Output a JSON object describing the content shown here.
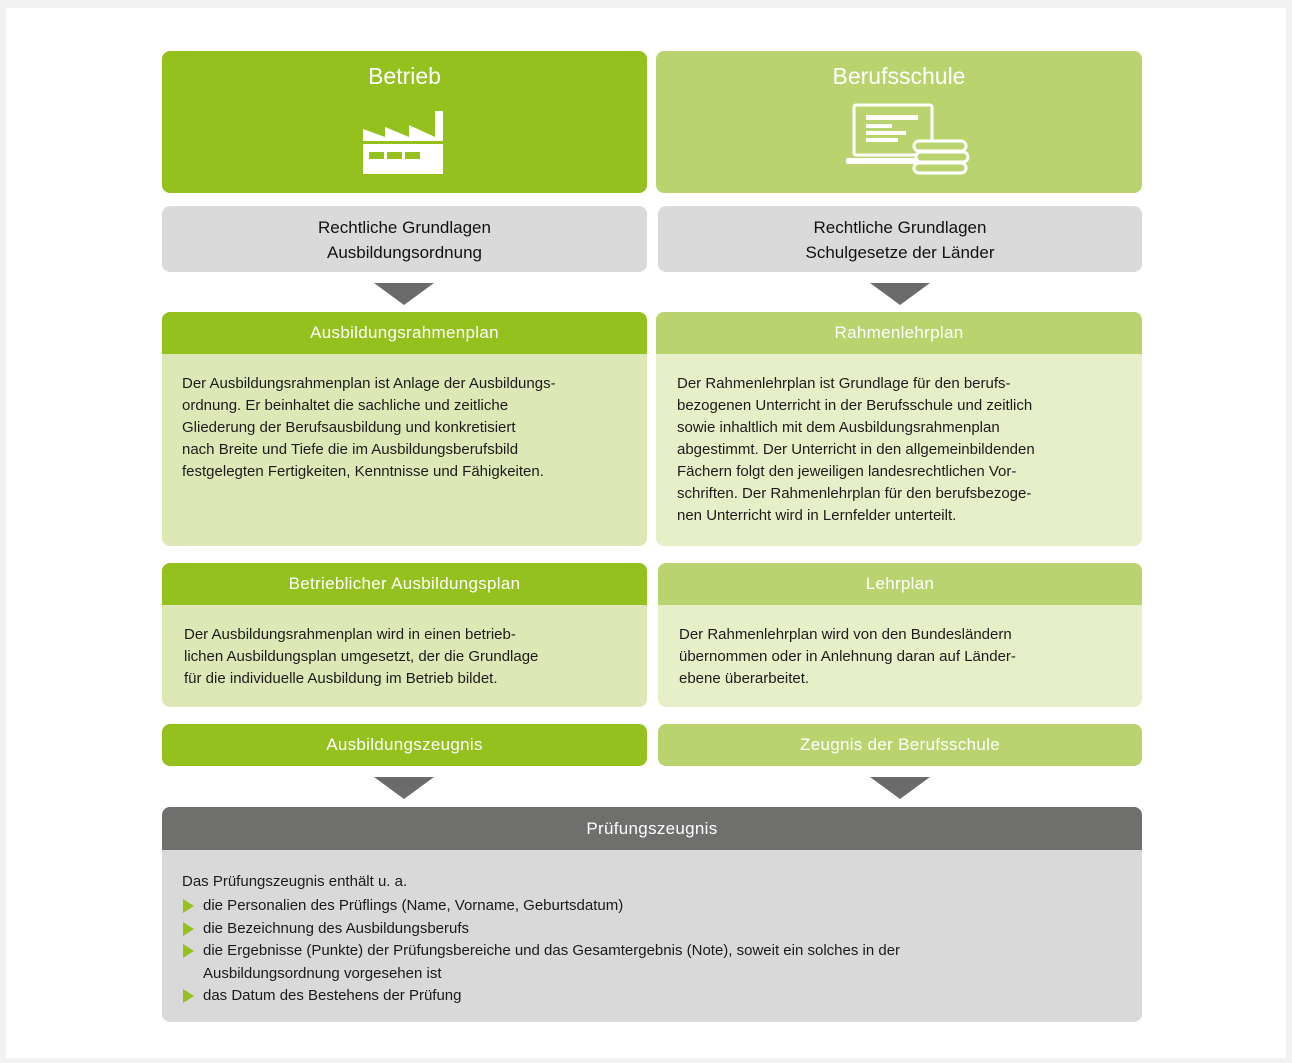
{
  "columns": {
    "left": {
      "header": "Betrieb",
      "icon": "factory-icon",
      "legal": {
        "line1": "Rechtliche Grundlagen",
        "line2": "Ausbildungsordnung"
      },
      "plan": {
        "title": "Ausbildungsrahmenplan",
        "text": "Der Ausbildungsrahmenplan ist Anlage der Ausbildungs-\nordnung. Er beinhaltet die sachliche und zeitliche\nGliederung der Berufsausbildung und konkretisiert\nnach Breite und Tiefe die im Ausbildungsberufsbild\nfestgelegten Fertigkeiten, Kenntnisse und Fähigkeiten."
      },
      "plan2": {
        "title": "Betrieblicher Ausbildungsplan",
        "text": "Der Ausbildungsrahmenplan wird in einen betrieb-\nlichen Ausbildungsplan umgesetzt, der die Grundlage\nfür die individuelle Ausbildung im Betrieb bildet."
      },
      "certificate": "Ausbildungszeugnis"
    },
    "right": {
      "header": "Berufsschule",
      "icon": "laptop-books-icon",
      "legal": {
        "line1": "Rechtliche Grundlagen",
        "line2": "Schulgesetze der Länder"
      },
      "plan": {
        "title": "Rahmenlehrplan",
        "text": "Der Rahmenlehrplan ist Grundlage für den berufs-\nbezogenen Unterricht in der Berufsschule und zeitlich\nsowie inhaltlich mit dem Ausbildungsrahmenplan\nabgestimmt. Der Unterricht in den allgemeinbildenden\nFächern folgt den jeweiligen landesrechtlichen Vor-\nschriften. Der Rahmenlehrplan für den berufsbezoge-\nnen Unterricht wird in Lernfelder unterteilt."
      },
      "plan2": {
        "title": "Lehrplan",
        "text": "Der Rahmenlehrplan wird von den Bundesländern\nübernommen oder in Anlehnung daran auf Länder-\nebene überarbeitet."
      },
      "certificate": "Zeugnis der Berufsschule"
    }
  },
  "exam": {
    "title": "Prüfungszeugnis",
    "intro": "Das Prüfungszeugnis enthält u. a.",
    "items": [
      "die Personalien des Prüflings (Name, Vorname, Geburtsdatum)",
      "die Bezeichnung des Ausbildungsberufs",
      "die Ergebnisse (Punkte) der Prüfungsbereiche und das Gesamtergebnis (Note), soweit ein solches in der\nAusbildungsordnung vorgesehen ist",
      "das Datum des Bestehens der Prüfung"
    ]
  },
  "colors": {
    "green_dark": "#95c11f",
    "green_light": "#b9d46f",
    "green_pale": "#dde8b6",
    "grey_header": "#6f6f6d",
    "grey_box": "#dadada",
    "arrow": "#6b6b6b"
  }
}
